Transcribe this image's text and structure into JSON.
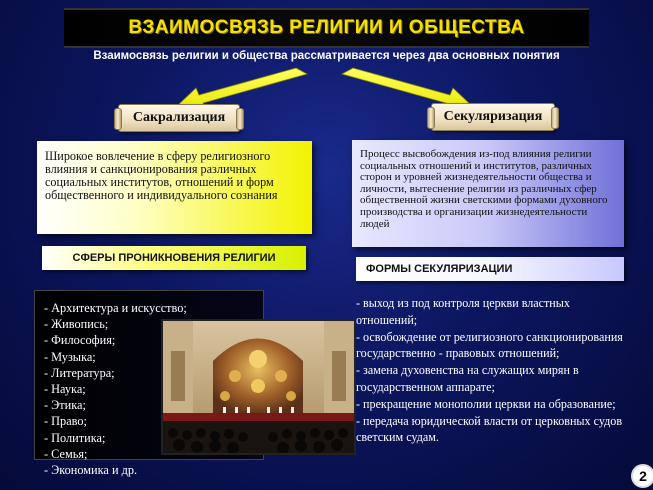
{
  "title": "ВЗАИМОСВЯЗЬ РЕЛИГИИ И ОБЩЕСТВА",
  "subtitle": "Взаимосвязь религии и общества рассматривается через  два основных понятия",
  "left": {
    "concept": "Сакрализация",
    "definition": "Широкое вовлечение в сферу религиозного влияния и санкционирования различных социальных институтов, отношений и форм общественного и индивидуального сознания",
    "band": "СФЕРЫ ПРОНИКНОВЕНИЯ РЕЛИГИИ",
    "items": [
      "- Архитектура и искусство;",
      "- Живопись;",
      "- Философия;",
      "- Музыка;",
      "- Литература;",
      "- Наука;",
      "- Этика;",
      "- Право;",
      "- Политика;",
      "- Семья;",
      "- Экономика и др."
    ]
  },
  "right": {
    "concept": "Секуляризация",
    "definition": "Процесс высвобождения из-под влияния религии социальных отношений и институтов, различных сторон и уровней жизнедеятельности общества и личности, вытеснение религии из различных сфер общественной жизни светскими формами духовного производства и организации жизнедеятельности людей",
    "band": "ФОРМЫ СЕКУЛЯРИЗАЦИИ",
    "items": [
      "- выход из под контроля церкви властных отношений;",
      "- освобождение от религиозного санкционирования государственно - правовых отношений;",
      "- замена духовенства на служащих мирян в государственном аппарате;",
      "- прекращение монополии церкви на образование;",
      "- передача юридической власти от церковных судов светским судам."
    ]
  },
  "page_number": "2",
  "colors": {
    "title": "#f5e000",
    "arrow": "#f0f000",
    "left_box": "#f2f200",
    "right_box": "#7070d8",
    "background": "#0c1660"
  },
  "photo": {
    "icon": "church-hall-photo"
  }
}
